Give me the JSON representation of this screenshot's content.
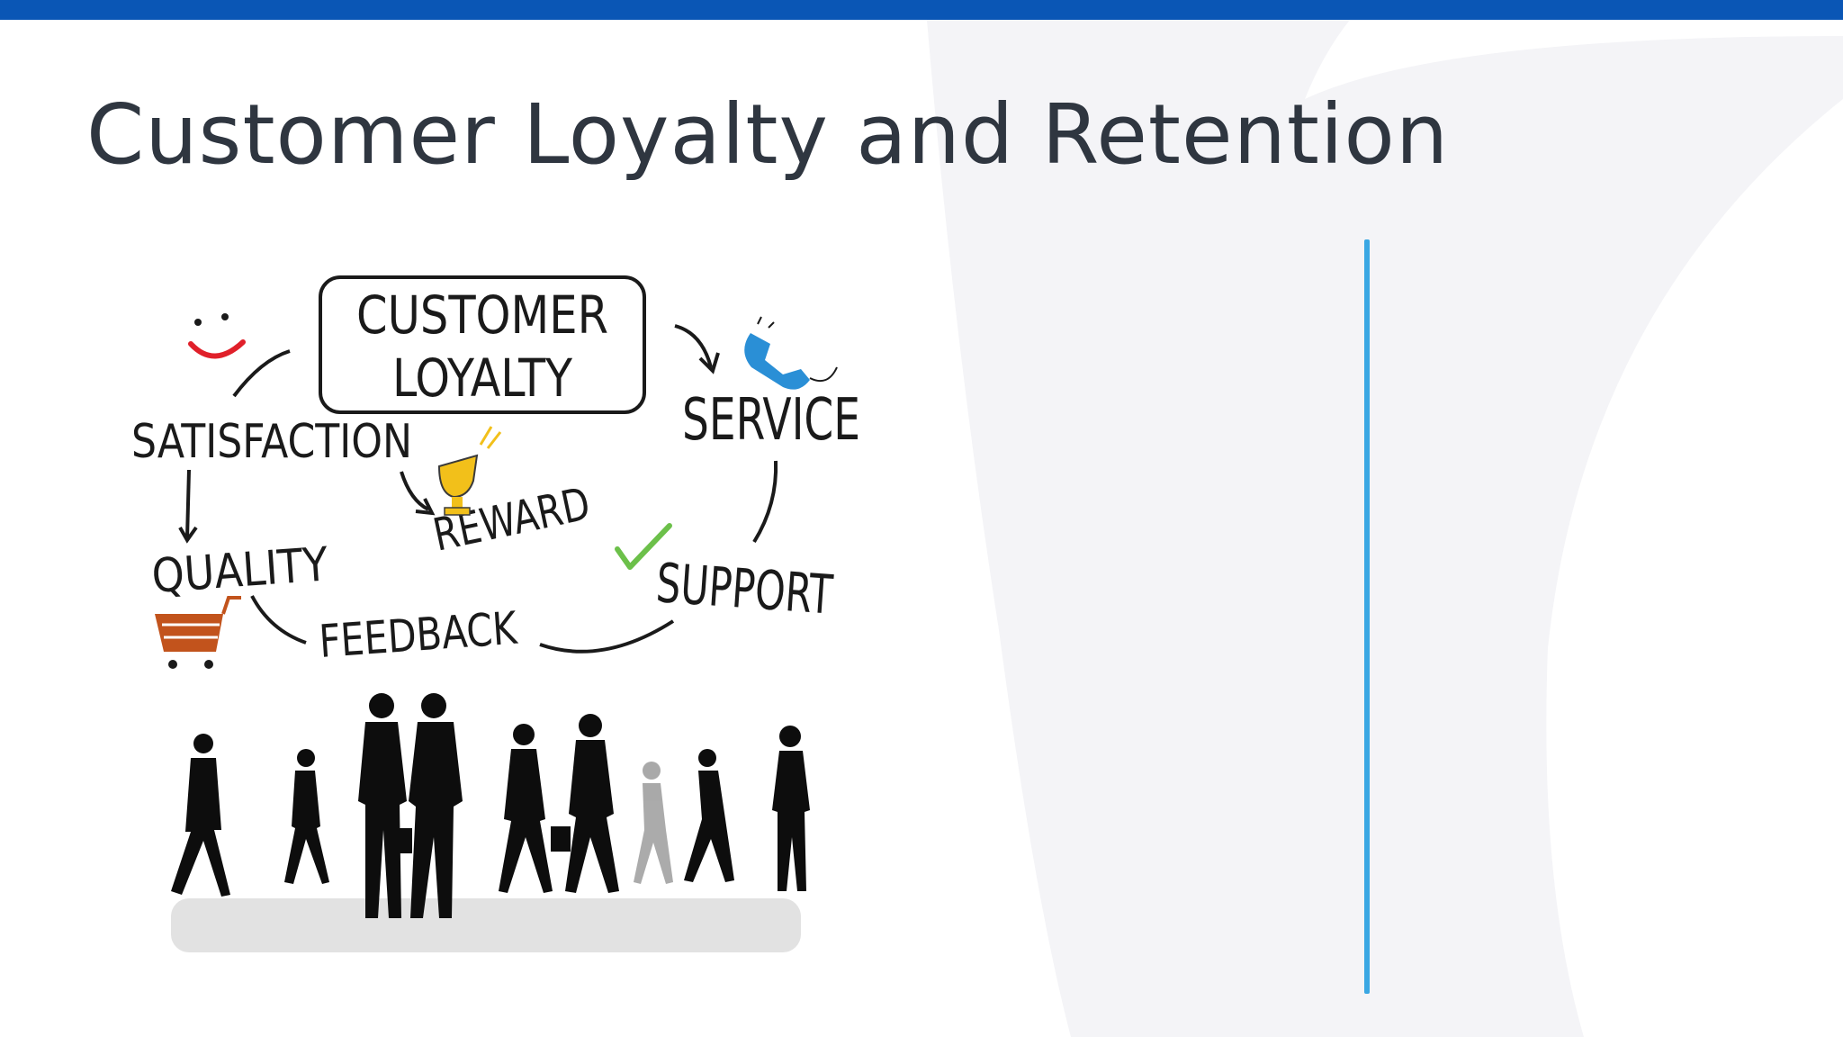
{
  "slide": {
    "title": "Customer Loyalty and Retention",
    "colors": {
      "top_bar": "#0a56b5",
      "divider": "#3aa7e3",
      "title": "#2f3640",
      "background_shape": "#f4f4f7"
    }
  },
  "illustration": {
    "center_label_line1": "CUSTOMER",
    "center_label_line2": "LOYALTY",
    "words": {
      "satisfaction": "SATISFACTION",
      "service": "SERVICE",
      "reward": "REWARD",
      "quality": "QUALITY",
      "support": "SUPPORT",
      "feedback": "FEEDBACK"
    },
    "icons": [
      "smiley-icon",
      "telephone-icon",
      "trophy-icon",
      "checkmark-icon",
      "shopping-cart-icon"
    ]
  }
}
